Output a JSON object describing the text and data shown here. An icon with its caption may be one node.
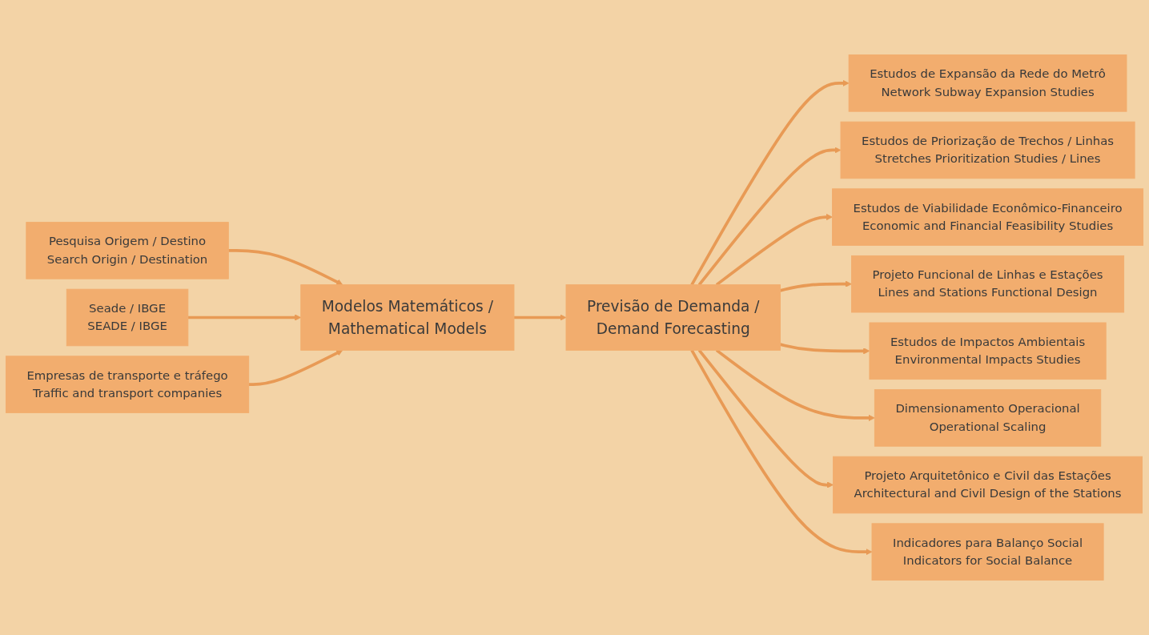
{
  "diagram": {
    "nodes": [
      {
        "text": [
          "Pesquisa Origem / Destino",
          "Search Origin / Destination"
        ]
      },
      {
        "text": [
          "Seade / IBGE",
          "SEADE / IBGE"
        ]
      },
      {
        "text": [
          "Empresas de transporte e tráfego",
          "Traffic and transport companies"
        ]
      },
      {
        "text": [
          "Modelos Matemáticos /",
          "Mathematical Models"
        ]
      },
      {
        "text": [
          "Previsão de Demanda /",
          "Demand Forecasting"
        ]
      },
      {
        "text": [
          "Estudos de Expansão da Rede do Metrô",
          "Network Subway Expansion Studies"
        ]
      },
      {
        "text": [
          "Estudos de Priorização de Trechos / Linhas",
          "Stretches Prioritization Studies / Lines"
        ]
      },
      {
        "text": [
          "Estudos de Viabilidade Econômico-Financeiro",
          "Economic and Financial Feasibility Studies"
        ]
      },
      {
        "text": [
          "Projeto Funcional de Linhas e Estações",
          "Lines and Stations Functional Design"
        ]
      },
      {
        "text": [
          "Estudos de Impactos Ambientais",
          "Environmental Impacts Studies"
        ]
      },
      {
        "text": [
          "Dimensionamento Operacional",
          "Operational Scaling"
        ]
      },
      {
        "text": [
          "Projeto Arquitetônico e Civil das Estações",
          "Architectural and Civil Design of the Stations"
        ]
      },
      {
        "text": [
          "Indicadores para Balanço Social",
          "Indicators for Social Balance"
        ]
      }
    ],
    "edges": [
      {
        "from": 0,
        "to": 3,
        "arrow": "to"
      },
      {
        "from": 1,
        "to": 3,
        "arrow": "to"
      },
      {
        "from": 2,
        "to": 3,
        "arrow": "to"
      },
      {
        "from": 3,
        "to": 4,
        "arrow": "to"
      },
      {
        "from": 4,
        "to": 5,
        "arrow": "to"
      },
      {
        "from": 4,
        "to": 6,
        "arrow": "to"
      },
      {
        "from": 4,
        "to": 7,
        "arrow": "to"
      },
      {
        "from": 4,
        "to": 8,
        "arrow": "to"
      },
      {
        "from": 4,
        "to": 9,
        "arrow": "to"
      },
      {
        "from": 4,
        "to": 10,
        "arrow": "to"
      },
      {
        "from": 4,
        "to": 11,
        "arrow": "to"
      },
      {
        "from": 4,
        "to": 12,
        "arrow": "to"
      }
    ]
  }
}
